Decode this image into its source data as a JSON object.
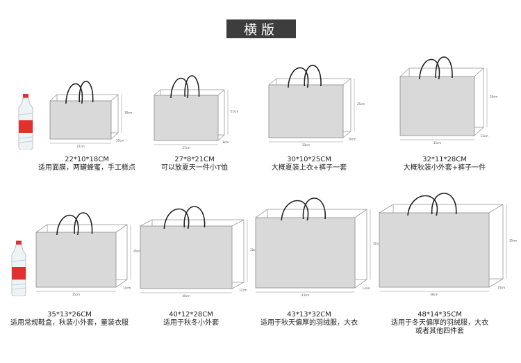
{
  "header": {
    "title": "横版"
  },
  "bags": [
    {
      "size": "22*10*18CM",
      "desc": "适用面膜，两罐蜂蜜，手工糕点",
      "w_label": "22cm",
      "h_label": "18cm",
      "d_label": "10cm"
    },
    {
      "size": "27*8*21CM",
      "desc": "可以放夏天一件小T恤",
      "w_label": "27cm",
      "h_label": "21cm",
      "d_label": "8cm"
    },
    {
      "size": "30*10*25CM",
      "desc": "大概夏装上衣+裤子一套",
      "w_label": "30cm",
      "h_label": "25cm",
      "d_label": "10cm"
    },
    {
      "size": "32*11*28CM",
      "desc": "大概秋装小外套+裤子一件",
      "w_label": "32cm",
      "h_label": "28cm",
      "d_label": "11cm"
    },
    {
      "size": "35*13*26CM",
      "desc": "适用常规鞋盒，秋装小外套，童装衣服",
      "w_label": "35cm",
      "h_label": "26cm",
      "d_label": "13cm"
    },
    {
      "size": "40*12*28CM",
      "desc": "适用于秋冬小外套",
      "w_label": "40cm",
      "h_label": "28cm",
      "d_label": "12cm"
    },
    {
      "size": "43*13*32CM",
      "desc": "适用于秋天偏厚的羽绒服，大衣",
      "w_label": "43cm",
      "h_label": "32cm",
      "d_label": "13cm"
    },
    {
      "size": "48*14*35CM",
      "desc": "适用于冬天偏厚的羽绒服，大衣",
      "desc2": "或者其他四件套",
      "w_label": "48cm",
      "h_label": "35cm",
      "d_label": "14cm"
    }
  ],
  "colors": {
    "badge": "#3d3d3d",
    "bag_fill": "#d9d9d9",
    "handle": "#222222",
    "bottle_label": "#e03030"
  }
}
